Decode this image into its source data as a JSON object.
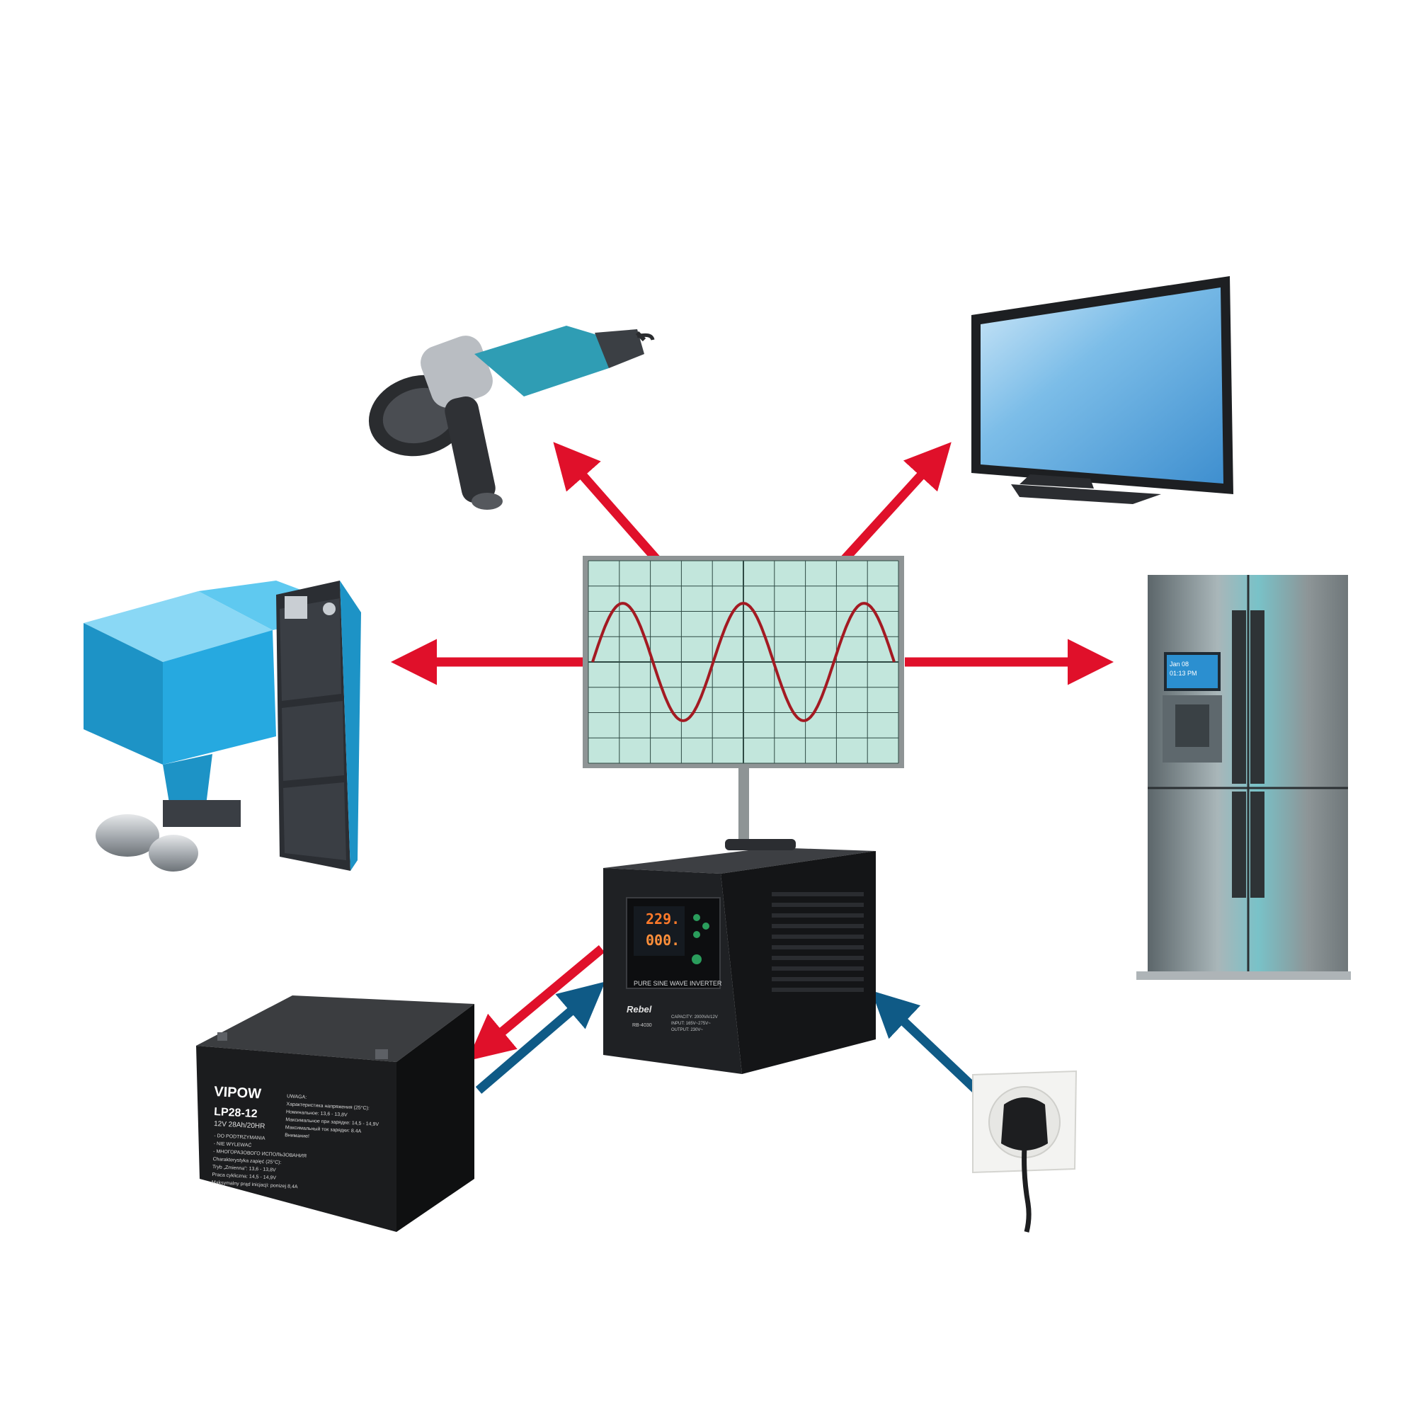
{
  "colors": {
    "output_arrow": "#e0102a",
    "input_arrow": "#0f5a86",
    "scope_screen": "#c2e6dc",
    "scope_grid": "#2e4a44",
    "sine": "#a31a22",
    "frame": "#8e9495",
    "boiler_blue": "#26a9e0",
    "body_dark": "#2b2e33"
  },
  "devices": {
    "angle_grinder": {
      "icon": "angle-grinder-icon"
    },
    "television": {
      "icon": "tv-icon",
      "screen_text": ""
    },
    "boiler": {
      "icon": "boiler-icon"
    },
    "refrigerator": {
      "icon": "refrigerator-icon",
      "display_date": "Jan 08",
      "display_time": "01:13 PM"
    },
    "battery": {
      "icon": "battery-icon",
      "brand": "VIPOW",
      "model": "LP28-12",
      "rating": "12V 28Ah/20HR",
      "label_left": [
        "- DO PODTRZYMANIA",
        "- NIE WYLEWAĆ",
        "- МНОГОРАЗОВОГО ИСПОЛЬЗОВАНИЯ",
        "Charakterystyka zapięć (25°C):",
        "Tryb „Zmienna\": 13,6 - 13,8V",
        "Praca cykliczna: 14,5 - 14,9V",
        "Maksymalny prąd inicjacji: ponizej 8,4A"
      ],
      "label_right": [
        "UWAGA:",
        "Характеристика напряжения (25°C):",
        "Номинальное: 13,6 - 13,8V",
        "Максимальное при зарядке: 14,5 - 14,9V",
        "Максимальный ток зарядки: 8.4A",
        "Внимание!"
      ]
    },
    "inverter": {
      "icon": "inverter-icon",
      "display_voltage": "229.",
      "display_load": "000.",
      "panel_label": "PURE SINE WAVE INVERTER",
      "brand": "Rebel",
      "model": "RB-4030",
      "spec_capacity": "CAPACITY: 2000VA/12V",
      "spec_input": "INPUT: 165V~275V~",
      "spec_output": "OUTPUT: 230V~"
    },
    "wall_socket": {
      "icon": "power-socket-plug-icon"
    }
  },
  "oscilloscope": {
    "icon": "sine-wave-icon",
    "waveform": "sine",
    "cycles_shown": 2.5
  }
}
